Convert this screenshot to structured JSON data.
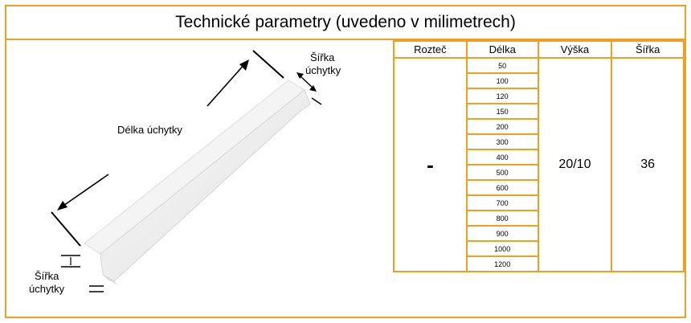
{
  "title": "Technické parametry (uvedeno v milimetrech)",
  "figure": {
    "length_label": "Délka úchytky",
    "width_label_top_line1": "Šířka",
    "width_label_top_line2": "úchytky",
    "width_label_bottom_line1": "Šířka",
    "width_label_bottom_line2": "úchytky"
  },
  "table": {
    "headers": [
      "Rozteč",
      "Délka",
      "Výška",
      "Šířka"
    ],
    "roztec": "-",
    "delka": [
      "50",
      "100",
      "120",
      "150",
      "200",
      "300",
      "400",
      "500",
      "600",
      "700",
      "800",
      "900",
      "1000",
      "1200"
    ],
    "vyska": "20/10",
    "sirka": "36"
  },
  "colors": {
    "border": "#f0a020"
  }
}
